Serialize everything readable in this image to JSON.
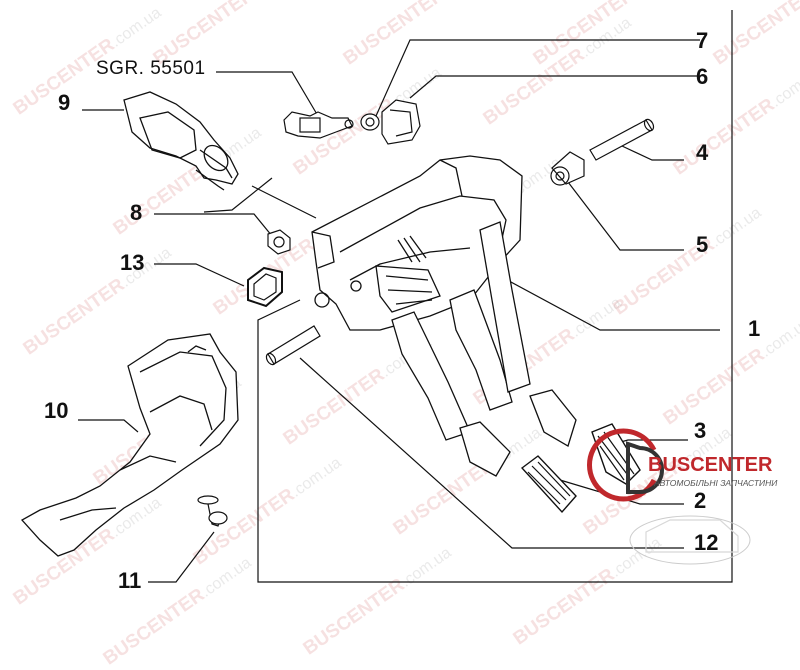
{
  "reference_label": "SGR. 55501",
  "callouts": [
    "1",
    "2",
    "3",
    "4",
    "5",
    "6",
    "7",
    "8",
    "9",
    "10",
    "11",
    "12",
    "13"
  ],
  "watermark": {
    "brand": "BUSCENTER",
    "domain": ".com.ua"
  },
  "logo": {
    "name": "BUSCENTER",
    "tagline": "АВТОМОБІЛЬНІ ЗАПЧАСТИНИ"
  },
  "colors": {
    "line": "#111111",
    "watermark_red": "#c8464a",
    "logo_red": "#c0282c"
  }
}
